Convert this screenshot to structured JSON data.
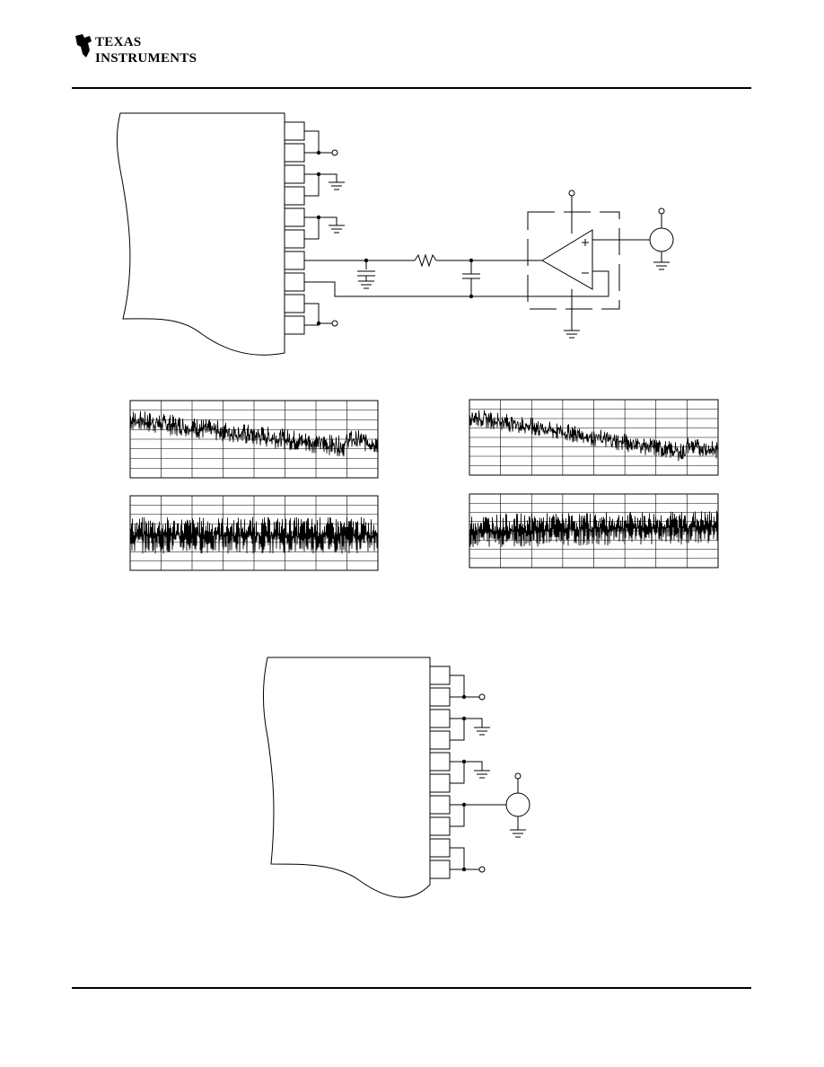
{
  "header": {
    "logo_line1": "TEXAS",
    "logo_line2": "INSTRUMENTS"
  },
  "icons": {
    "logo": "ti-logo-icon"
  },
  "plots": [
    {
      "id": "plot-top-left",
      "trace": "descending-noise",
      "start": 0.75,
      "end": 0.35,
      "bump": true,
      "amp": 0.1
    },
    {
      "id": "plot-bottom-left",
      "trace": "flat-band",
      "start": 0.47,
      "end": 0.47,
      "bump": false,
      "amp": 0.13
    },
    {
      "id": "plot-top-right",
      "trace": "descending-noise",
      "start": 0.78,
      "end": 0.22,
      "bump": true,
      "amp": 0.09
    },
    {
      "id": "plot-bottom-right",
      "trace": "flat-band-rising",
      "start": 0.5,
      "end": 0.55,
      "bump": false,
      "amp": 0.12
    }
  ]
}
